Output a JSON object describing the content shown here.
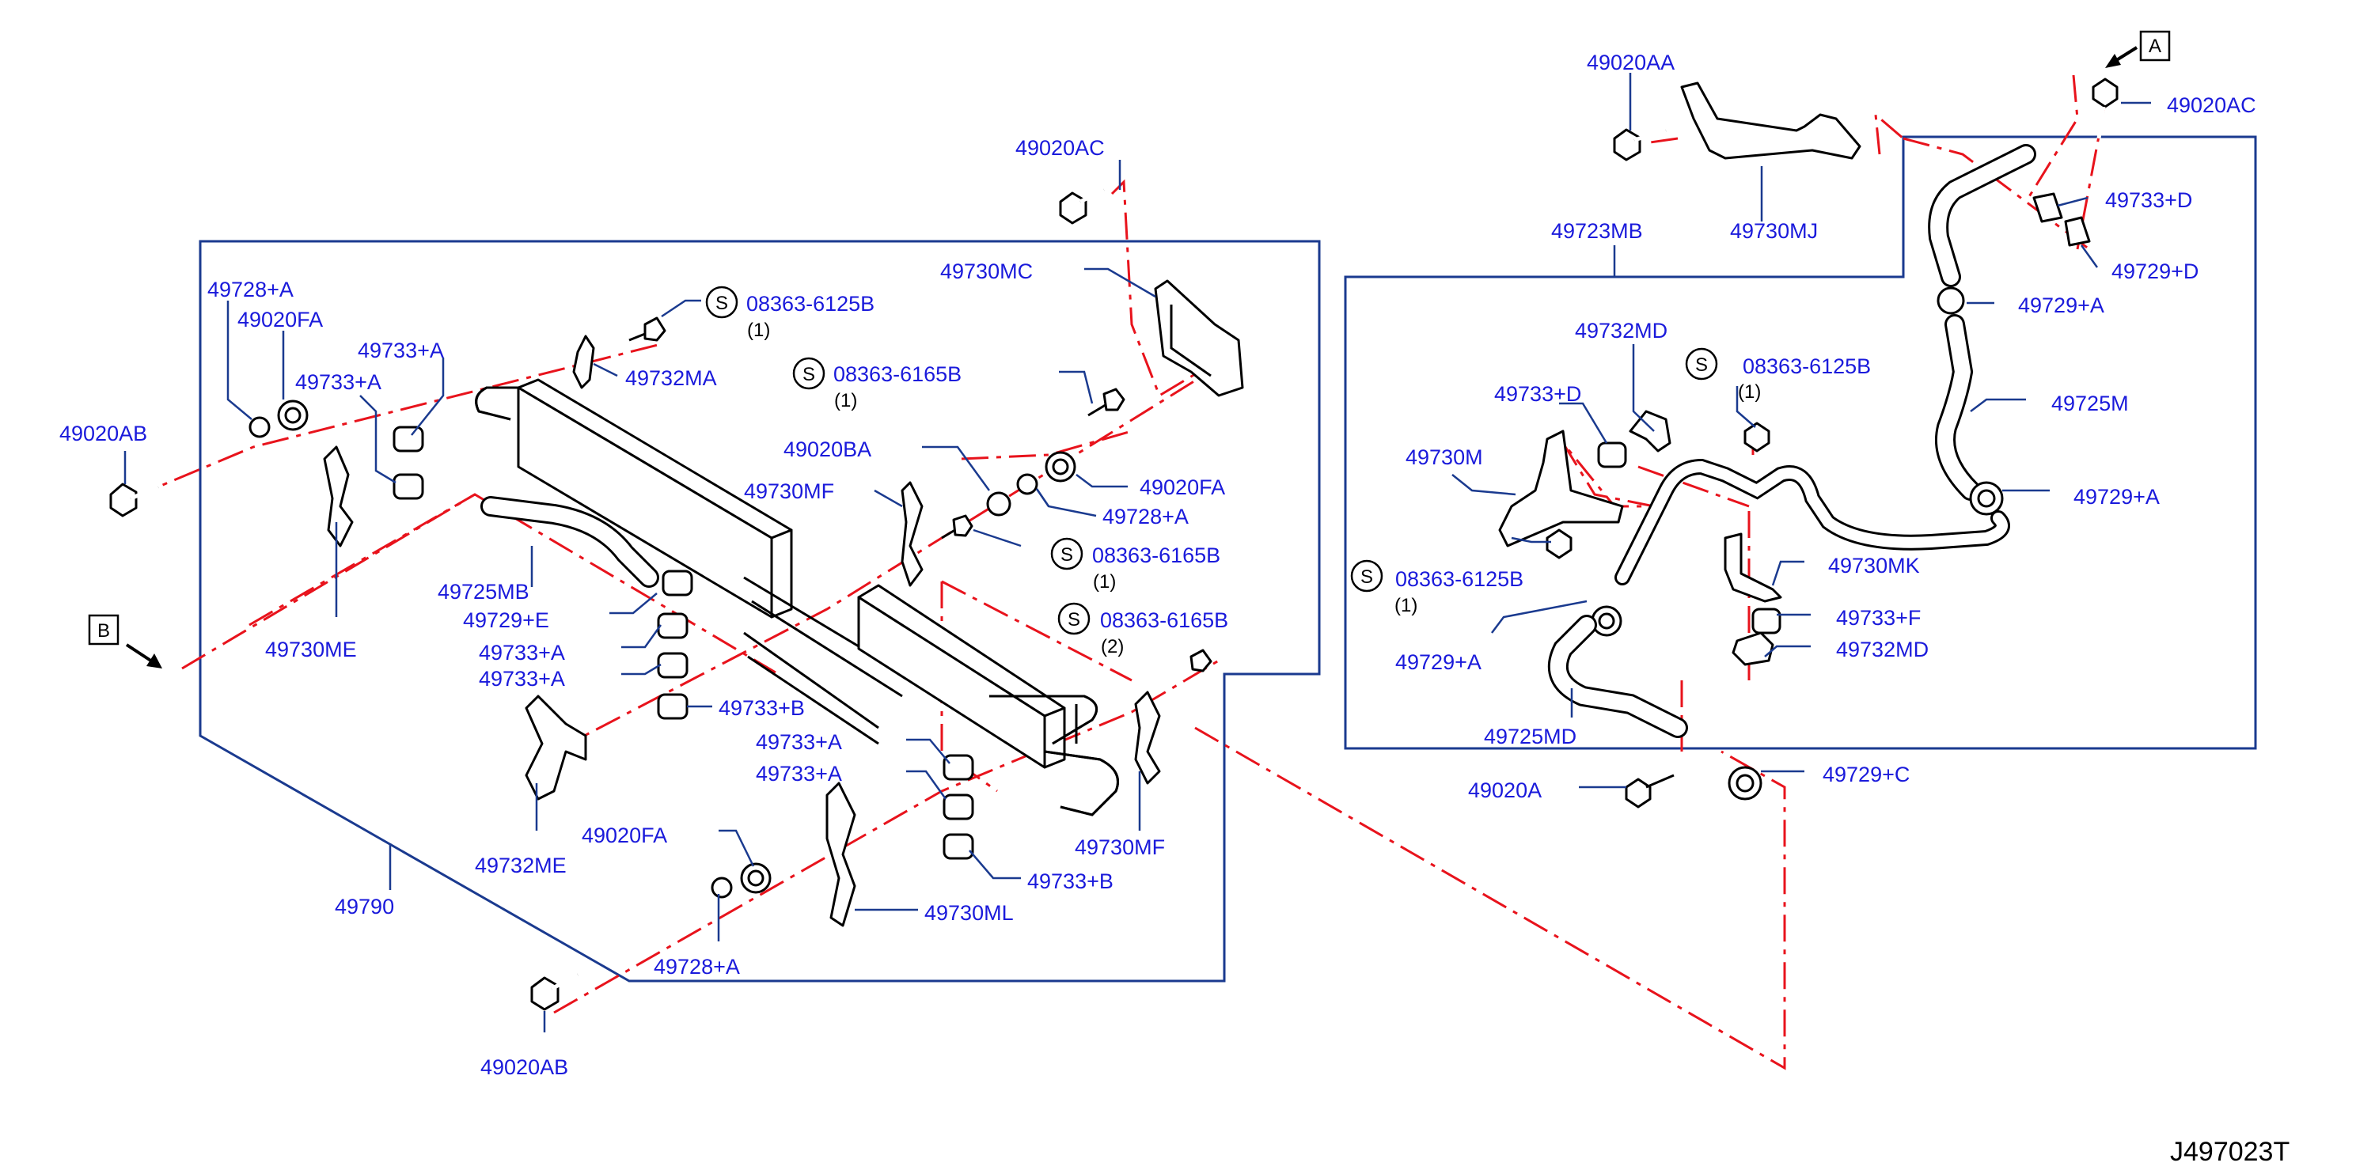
{
  "drawing_code": "J497023T",
  "reference_markers": {
    "a": "A",
    "b": "B"
  },
  "symbol_letter": "S",
  "colors": {
    "label": "#1a1adb",
    "boundary": "#1a3a8f",
    "centerline": "#e8131c",
    "part": "#000000"
  },
  "labels": {
    "l_49020AB_top": "49020AB",
    "l_49728A_1": "49728+A",
    "l_49020FA_1": "49020FA",
    "l_49733A_1": "49733+A",
    "l_49733A_2": "49733+A",
    "l_49732MA": "49732MA",
    "l_08363_6125B_1": "08363-6125B",
    "l_08363_6165B_1": "08363-6165B",
    "l_49020AC_1": "49020AC",
    "l_49730MC": "49730MC",
    "l_49020BA": "49020BA",
    "l_49020FA_2": "49020FA",
    "l_49730MF_1": "49730MF",
    "l_49728A_2": "49728+A",
    "l_08363_6165B_2": "08363-6165B",
    "l_08363_6165B_3": "08363-6165B",
    "l_49725MB": "49725MB",
    "l_49729E": "49729+E",
    "l_49733A_3": "49733+A",
    "l_49733A_4": "49733+A",
    "l_49733B_1": "49733+B",
    "l_49730ME": "49730ME",
    "l_49733A_5": "49733+A",
    "l_49733A_6": "49733+A",
    "l_49730MF_2": "49730MF",
    "l_49020FA_3": "49020FA",
    "l_49732ME": "49732ME",
    "l_49733B_2": "49733+B",
    "l_49730ML": "49730ML",
    "l_49728A_3": "49728+A",
    "l_49790": "49790",
    "l_49020AB_bot": "49020AB",
    "l_49020AA": "49020AA",
    "l_49730MJ": "49730MJ",
    "l_49723MB": "49723MB",
    "l_49020AC_2": "49020AC",
    "l_49733D_1": "49733+D",
    "l_49729D": "49729+D",
    "l_49729A_1": "49729+A",
    "l_49732MD_1": "49732MD",
    "l_08363_6125B_2": "08363-6125B",
    "l_49733D_2": "49733+D",
    "l_49725M": "49725M",
    "l_49730M": "49730M",
    "l_49729A_2": "49729+A",
    "l_08363_6125B_3": "08363-6125B",
    "l_49730MK": "49730MK",
    "l_49733F": "49733+F",
    "l_49729A_3": "49729+A",
    "l_49732MD_2": "49732MD",
    "l_49725MD": "49725MD",
    "l_49020A": "49020A",
    "l_49729C": "49729+C"
  },
  "quantities": {
    "q_08363_6125B_1": "(1)",
    "q_08363_6165B_1": "(1)",
    "q_08363_6165B_2": "(1)",
    "q_08363_6165B_3": "(2)",
    "q_08363_6125B_2": "(1)",
    "q_08363_6125B_3": "(1)"
  }
}
